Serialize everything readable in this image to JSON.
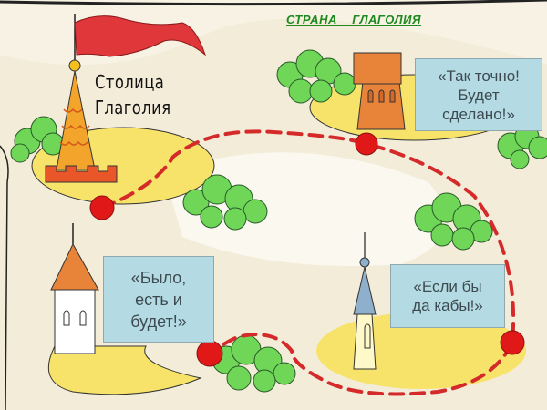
{
  "map": {
    "title": "СТРАНА    ГЛАГОЛИЯ",
    "capital_label_line1": "Столица",
    "capital_label_line2": "Глаголия",
    "colors": {
      "title_green": "#1f8a1f",
      "route_red": "#d42a2a",
      "bubble_bg": "#b4dbe4",
      "island_yellow": "#f7e36a",
      "flag_red": "#e0373a",
      "bush_green": "#6fd657"
    }
  },
  "locations": [
    {
      "name": "capital",
      "label": "Столица Глаголия"
    },
    {
      "name": "brick-tower",
      "quote": "«Так точно!\nБудет\nсделано!»"
    },
    {
      "name": "white-tower",
      "quote": "«Было,\nесть и\nбудет!»"
    },
    {
      "name": "blue-spire-tower",
      "quote": "«Если бы\nда  кабы!»"
    }
  ]
}
